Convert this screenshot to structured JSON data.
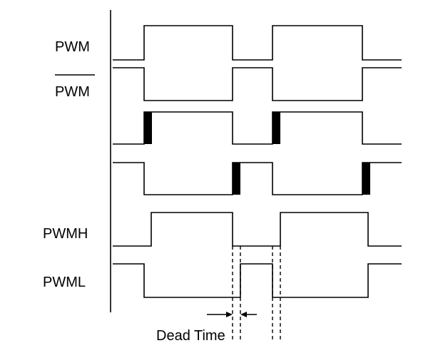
{
  "labels": {
    "pwm": "PWM",
    "pwm_bar": "PWM",
    "pwmh": "PWMH",
    "pwml": "PWML",
    "dead_time": "Dead Time"
  },
  "colors": {
    "line": "#000000",
    "background": "#ffffff"
  }
}
